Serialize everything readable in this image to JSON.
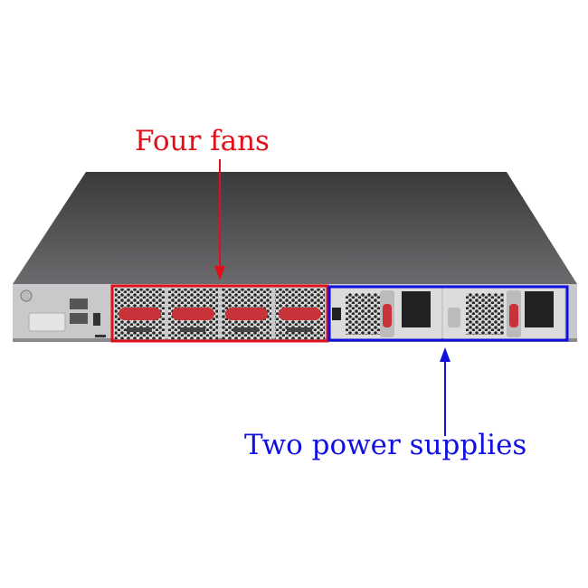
{
  "annotations": {
    "fans": {
      "label": "Four fans",
      "count": 4,
      "color": "#e0101a"
    },
    "power_supplies": {
      "label": "Two power supplies",
      "count": 2,
      "color": "#1010e0"
    }
  }
}
